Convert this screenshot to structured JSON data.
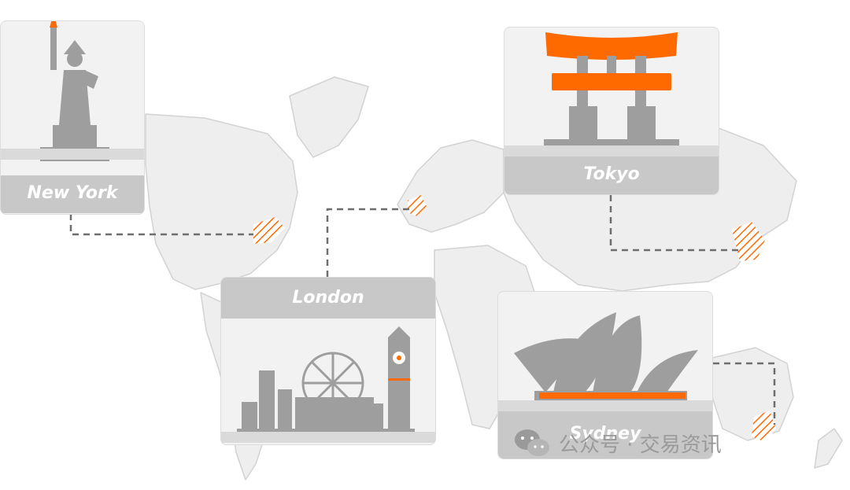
{
  "cities": {
    "new_york": "New York",
    "london": "London",
    "tokyo": "Tokyo",
    "sydney": "Sydney"
  },
  "watermark": "公众号 · 交易资讯",
  "colors": {
    "accent": "#ff6a00",
    "monument": "#9e9e9e",
    "map_fill": "#eeeeee",
    "map_stroke": "#d2d2d2",
    "connector": "#6e6e6e"
  }
}
